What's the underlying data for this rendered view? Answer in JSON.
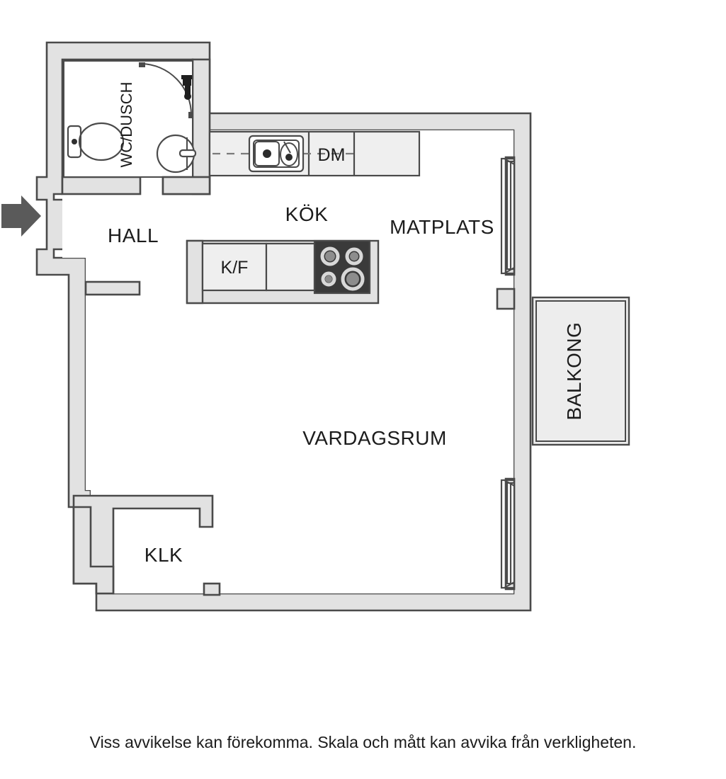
{
  "plan": {
    "rooms": [
      {
        "id": "wc_dusch",
        "label": "WC/DUSCH",
        "orientation": "vertical"
      },
      {
        "id": "hall",
        "label": "HALL",
        "orientation": "horizontal"
      },
      {
        "id": "kok",
        "label": "KÖK",
        "orientation": "horizontal"
      },
      {
        "id": "matplats",
        "label": "MATPLATS",
        "orientation": "horizontal"
      },
      {
        "id": "vardagsrum",
        "label": "VARDAGSRUM",
        "orientation": "horizontal"
      },
      {
        "id": "klk",
        "label": "KLK",
        "orientation": "horizontal"
      },
      {
        "id": "balkong",
        "label": "BALKONG",
        "orientation": "vertical"
      }
    ],
    "appliances": [
      {
        "id": "dm",
        "label": "DM",
        "description": "dishwasher"
      },
      {
        "id": "kf",
        "label": "K/F",
        "description": "refrigerator-freezer"
      }
    ],
    "fixtures": [
      {
        "id": "toilet",
        "name": "toilet-fixture"
      },
      {
        "id": "washbasin",
        "name": "washbasin-fixture"
      },
      {
        "id": "shower",
        "name": "shower-curve-fixture"
      },
      {
        "id": "shower_mixer",
        "name": "shower-mixer-fixture"
      },
      {
        "id": "kitchen_sink",
        "name": "kitchen-sink-fixture"
      },
      {
        "id": "cooktop",
        "name": "cooktop-fixture"
      }
    ],
    "entrance": {
      "name": "entrance-arrow",
      "direction": "right"
    },
    "windows_count": 2
  },
  "colors": {
    "wall_fill": "#e2e2e2",
    "wall_stroke": "#4a4a4a",
    "cabinet_fill": "#efefef",
    "stove_fill": "#3a3a3a",
    "balcony_fill": "#ededed",
    "arrow_fill": "#5a5a5a",
    "text": "#1c1c1c",
    "background": "#ffffff"
  },
  "footer": {
    "disclaimer": "Viss avvikelse kan förekomma. Skala och mått kan avvika från verkligheten."
  }
}
